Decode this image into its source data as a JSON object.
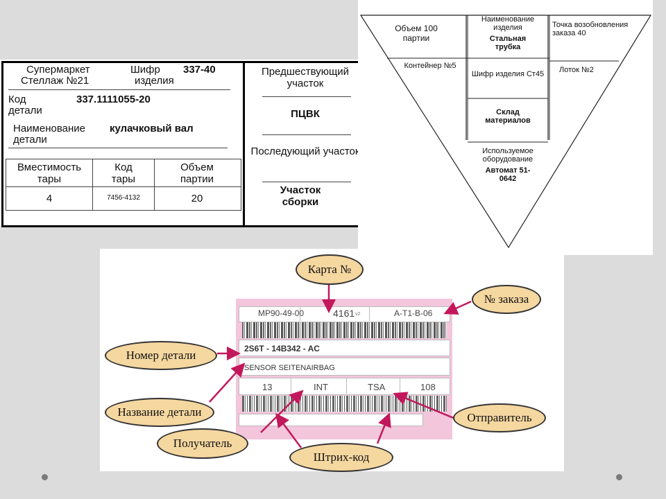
{
  "kanban_card": {
    "supermarket": "Супермаркет",
    "shelf": "Стеллаж №21",
    "cipher_label": "Шифр",
    "cipher_value": "337-40",
    "cipher_label2": "изделия",
    "code_label1": "Код",
    "code_label2": "детали",
    "code_value": "337.1111055-20",
    "name_label1": "Наименование",
    "name_label2": "детали",
    "name_value": "кулачковый вал",
    "table_headers": [
      "Вместимость тары",
      "Код тары",
      "Объем партии"
    ],
    "table_values": [
      "4",
      "7456-4132",
      "20"
    ],
    "prev_label": "Предшествующий участок",
    "prev_value": "ПЦВК",
    "next_label": "Последующий участок",
    "next_value": "Участок сборки"
  },
  "triangle_card": {
    "batch_volume": "Объем 100 партии",
    "product_name": "Наименование изделия",
    "product_value": "Стальная трубка",
    "reorder_point": "Точка возобновления заказа 40",
    "container": "Контейнер №5",
    "product_cipher": "Шифр изделия Ст45",
    "tray": "Лоток №2",
    "warehouse": "Склад материалов",
    "equipment": "Используемое оборудование",
    "equipment_value": "Автомат 51-0642"
  },
  "label_panel": {
    "field1": "MP90-49-00",
    "field2": "4161",
    "field2_sup": "v2",
    "field3": "A-T1-B-06",
    "part_number": "2S6T - 14B342 - AC",
    "part_name": "SENSOR SEITENAIRBAG",
    "qty": "13",
    "receiver_code": "INT",
    "sender_code": "TSA",
    "count": "108"
  },
  "callouts": {
    "card_no": "Карта №",
    "order_no": "№ заказа",
    "part_no": "Номер детали",
    "part_name": "Название детали",
    "sender": "Отправитель",
    "receiver": "Получатель",
    "barcode": "Штрих-код"
  },
  "colors": {
    "arrow": "#c2185b",
    "bubble_fill": "#f5d7a0",
    "label_pink": "#f3c6dc"
  }
}
